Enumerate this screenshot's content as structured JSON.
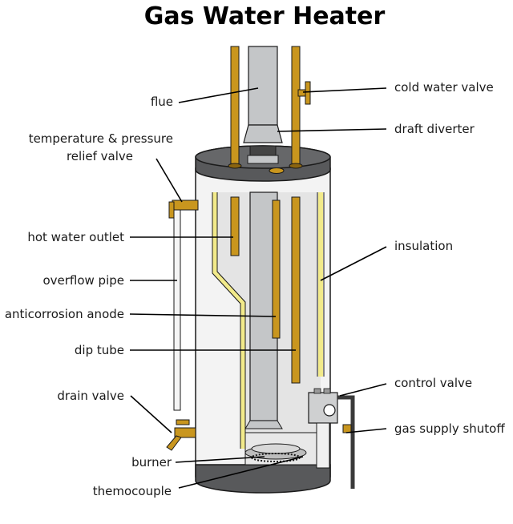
{
  "title": "Gas Water Heater",
  "labels": {
    "flue": "flue",
    "temp_relief_1": "temperature & pressure",
    "temp_relief_2": "relief valve",
    "hot_water_outlet": "hot water outlet",
    "overflow_pipe": "overflow pipe",
    "anticorrosion_anode": "anticorrosion anode",
    "dip_tube": "dip tube",
    "drain_valve": "drain valve",
    "burner": "burner",
    "thermocouple": "themocouple",
    "cold_water_valve": "cold water valve",
    "draft_diverter": "draft diverter",
    "insulation": "insulation",
    "control_valve": "control valve",
    "gas_supply_shutoff": "gas supply shutoff"
  },
  "colors": {
    "brass": "#c9961e",
    "brass_dark": "#8a6410",
    "cap": "#58595b",
    "flue": "#c4c6c8",
    "tank_glass": "#eeeeee",
    "insulation": "#f2ea8a",
    "outline": "#1a1a1a"
  }
}
